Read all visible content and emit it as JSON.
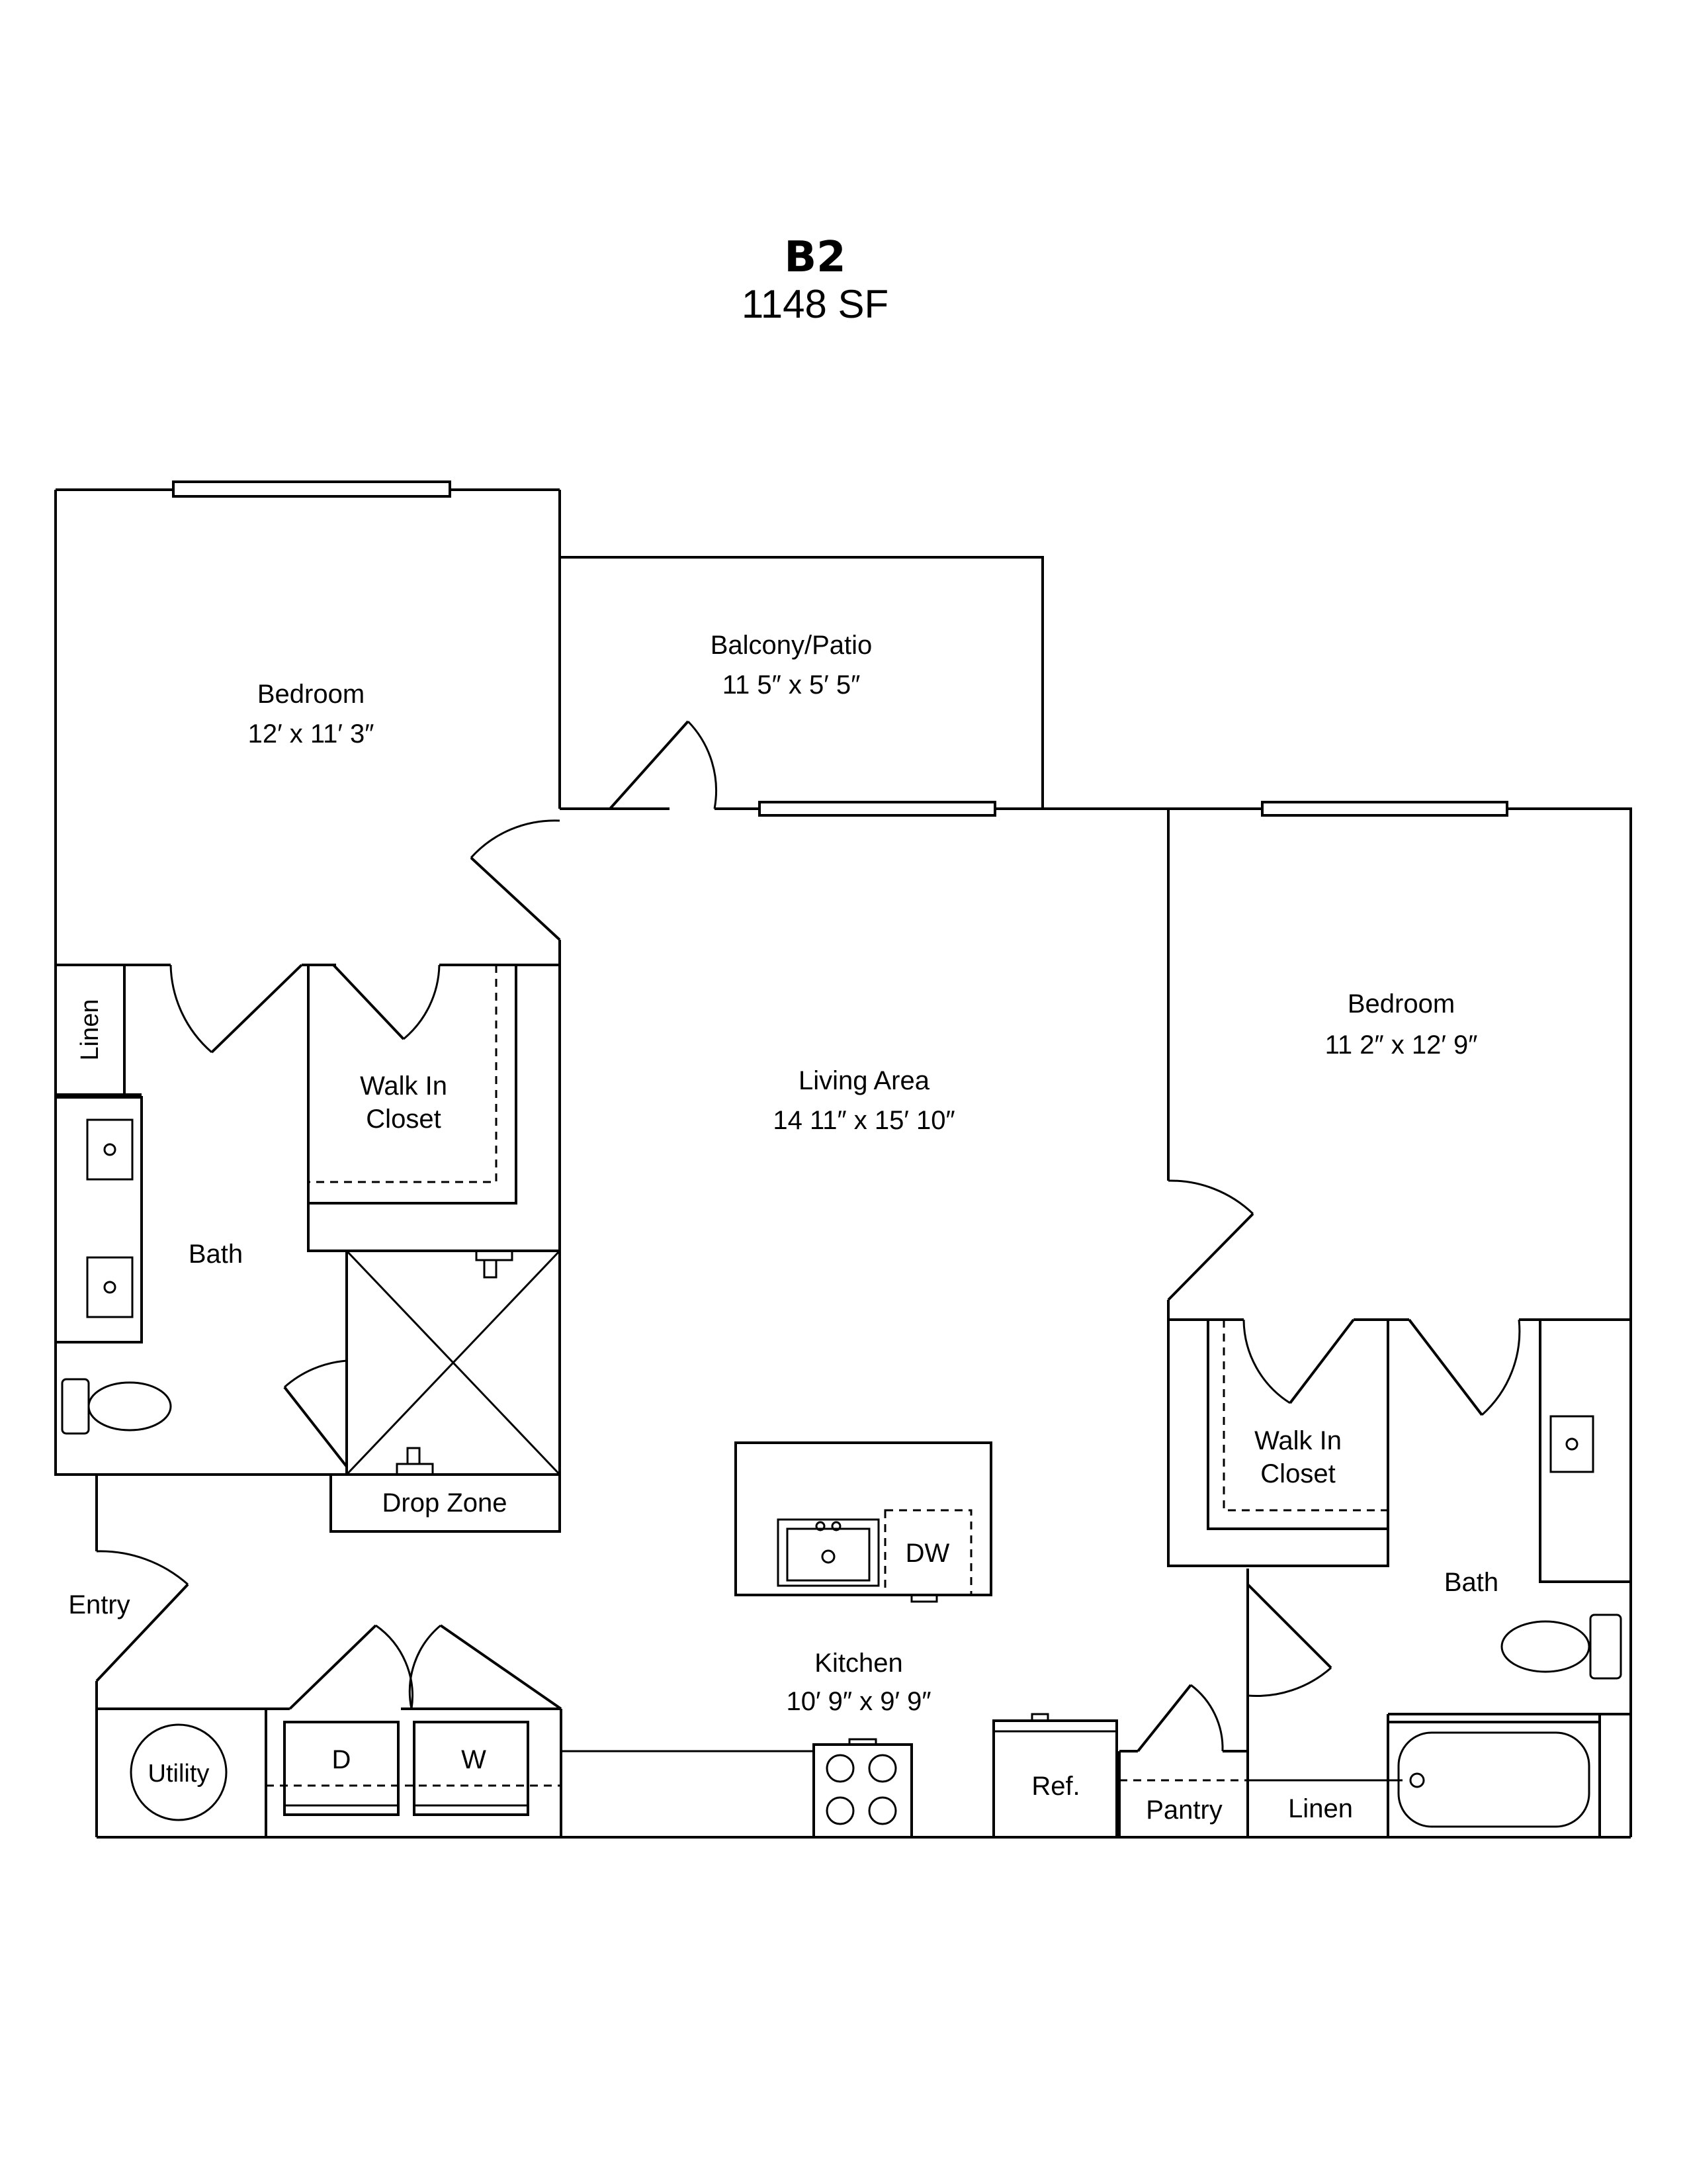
{
  "unit": {
    "name": "B2",
    "area": "1148 SF"
  },
  "rooms": {
    "bedroom_left": {
      "name": "Bedroom",
      "dims": "12′ x 11′ 3″"
    },
    "balcony": {
      "name": "Balcony/Patio",
      "dims": "11 5″ x 5′ 5″"
    },
    "living": {
      "name": "Living Area",
      "dims": "14 11″ x 15′ 10″"
    },
    "bedroom_right": {
      "name": "Bedroom",
      "dims": "11 2″ x 12′ 9″"
    },
    "linen_left": "Linen",
    "closet_left": {
      "line1": "Walk In",
      "line2": "Closet"
    },
    "bath_left": "Bath",
    "drop_zone": "Drop Zone",
    "entry": "Entry",
    "utility": "Utility",
    "dryer": "D",
    "washer": "W",
    "dishwasher": "DW",
    "kitchen": {
      "name": "Kitchen",
      "dims": "10′ 9″ x 9′ 9″"
    },
    "fridge": "Ref.",
    "pantry": "Pantry",
    "linen_right": "Linen",
    "closet_right": {
      "line1": "Walk In",
      "line2": "Closet"
    },
    "bath_right": "Bath"
  }
}
